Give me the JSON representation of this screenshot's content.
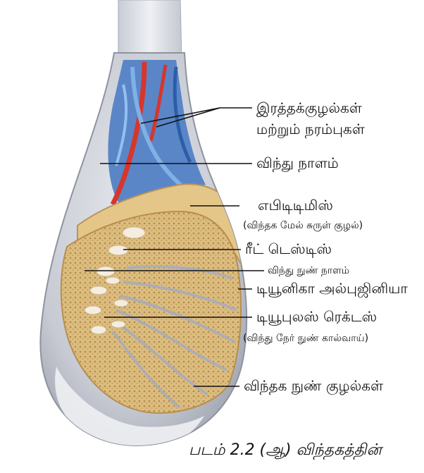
{
  "labels": {
    "blood_vessels_line1": "இரத்தக்குழல்கள்",
    "blood_vessels_line2": "மற்றும் நரம்புகள்",
    "vas_deferens": "விந்து நாளம்",
    "epididymis": "எபிடிடிமிஸ்",
    "epididymis_sub": "(விந்தக மேல் சுருள் குழல்)",
    "rete_testis": "ரீட் டெஸ்டிஸ்",
    "vas_efferens": "விந்து நுண் நாளம்",
    "tunica_albuginea": "டியூனிகா அல்புஜினியா",
    "tubulus_rectus": "டியூபுலஸ் ரெக்டஸ்",
    "tubulus_rectus_sub": "(விந்து நேர் நுண் கால்வாய்)",
    "seminiferous_tubules": "விந்தக நுண் குழல்கள்"
  },
  "caption": {
    "text": "படம் 2.2 (ஆ) விந்தகத்தின்"
  }
}
